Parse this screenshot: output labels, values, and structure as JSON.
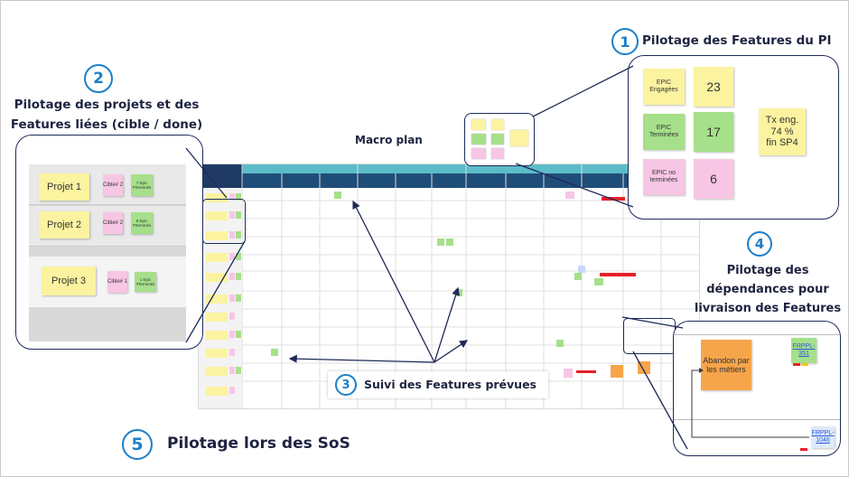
{
  "sections": {
    "s1": {
      "number": "1",
      "title": "Pilotage des Features du PI"
    },
    "s2": {
      "number": "2",
      "title_line1": "Pilotage des projets et des",
      "title_line2": "Features liées (cible / done)"
    },
    "s3": {
      "number": "3",
      "title": "Suivi des Features prévues"
    },
    "s4": {
      "number": "4",
      "title_line1": "Pilotage des",
      "title_line2": "dépendances pour",
      "title_line3": "livraison des Features"
    },
    "s5": {
      "number": "5",
      "title": "Pilotage lors des SoS"
    }
  },
  "macro_plan": {
    "title": "Macro plan"
  },
  "pi_panel": {
    "engaged_label": "EPIC Engagées",
    "engaged_value": "23",
    "done_label": "EPIC Terminées",
    "done_value": "17",
    "notdone_label": "EPIC no terminées",
    "notdone_value": "6",
    "rate_line1": "Tx eng.",
    "rate_line2": "74 %",
    "rate_line3": "fin SP4"
  },
  "projects_panel": {
    "rows": [
      {
        "name": "Projet 1",
        "target": "Cible# 2",
        "done": "7 Epic #Terminés"
      },
      {
        "name": "Projet 2",
        "target": "Cible# 2",
        "done": "8 Epic #Terminés"
      },
      {
        "name": "Projet 3",
        "target": "Cible# 1",
        "done": "1 Epic #Terminés"
      }
    ]
  },
  "deps_panel": {
    "abandon": "Abandon par les métiers",
    "link1_line1": "FRPPL-",
    "link1_line2": "351",
    "link2_line1": "FRPPL-",
    "link2_line2": "1046"
  },
  "colors": {
    "accent": "#1b7fc9",
    "navy": "#1e2a5a",
    "yellow": "#fbf3a0",
    "green": "#a6e08a",
    "pink": "#f7c6e4",
    "orange": "#f7a54a",
    "red": "#e8202a"
  }
}
